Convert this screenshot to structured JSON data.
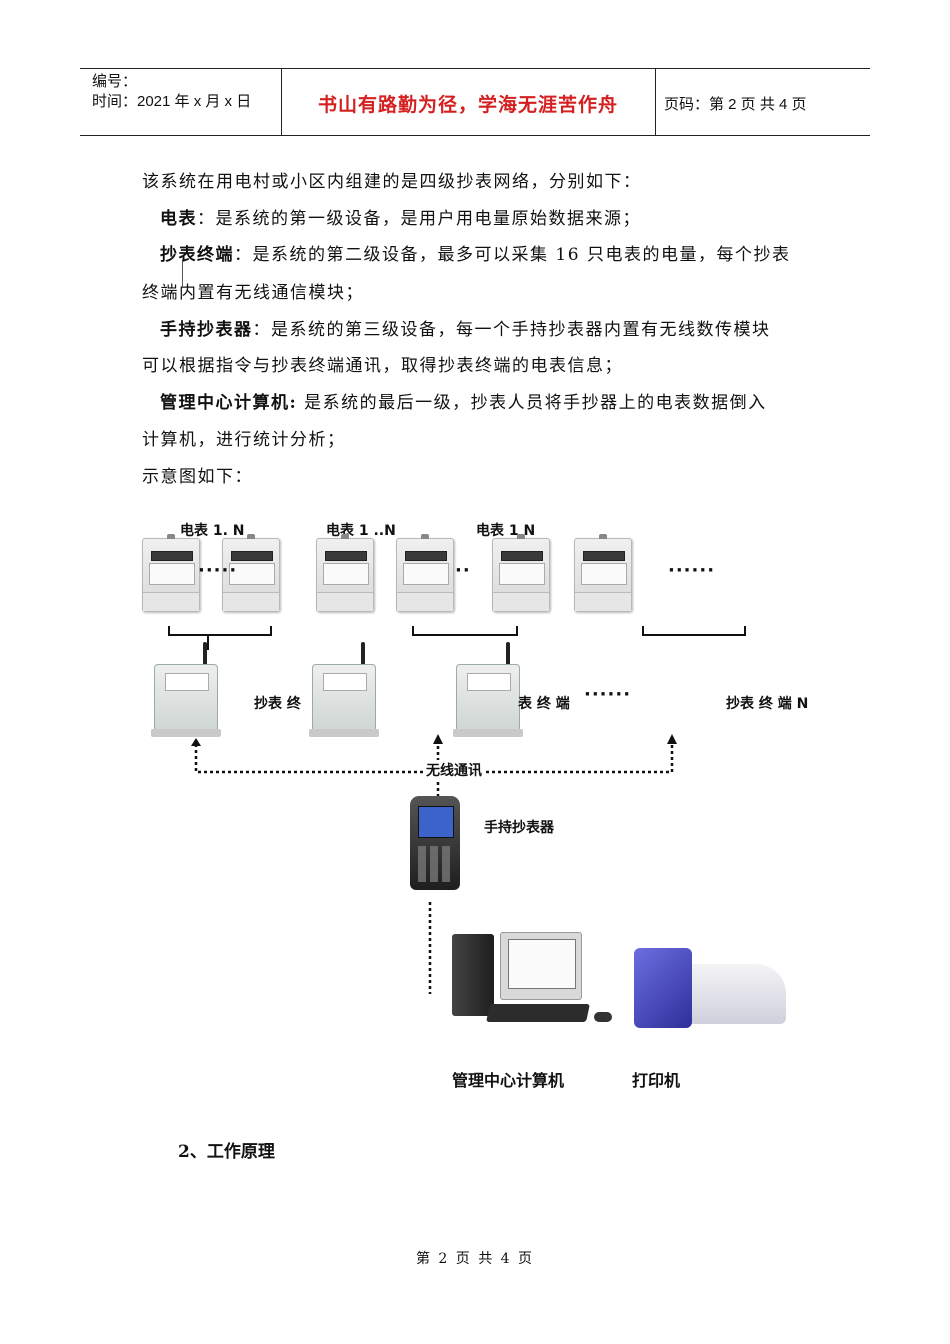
{
  "header": {
    "number_label": "编号：",
    "time_label": "时间：2021 年 x 月 x 日",
    "motto": "书山有路勤为径，学海无涯苦作舟",
    "page_info": "页码：第 2 页  共 4 页"
  },
  "body": {
    "intro": "该系统在用电村或小区内组建的是四级抄表网络，分别如下：",
    "items": [
      {
        "term": "电表",
        "text": "：是系统的第一级设备，是用户用电量原始数据来源；"
      },
      {
        "term": "抄表终端",
        "text": "：是系统的第二级设备，最多可以采集 16 只电表的电量，每个抄表",
        "cont": "终端内置有无线通信模块；"
      },
      {
        "term": "手持抄表器",
        "text": "：是系统的第三级设备，每一个手持抄表器内置有无线数传模块",
        "cont": "可以根据指令与抄表终端通讯，取得抄表终端的电表信息；"
      },
      {
        "term": "管理中心计算机:",
        "text": " 是系统的最后一级，抄表人员将手抄器上的电表数据倒入",
        "cont": "计算机，进行统计分析；"
      }
    ],
    "diagram_caption": "示意图如下："
  },
  "diagram": {
    "meter_group_labels": [
      "电表 1.  N",
      "电表 1 ..N",
      "电表 1  N"
    ],
    "ellipsis": [
      "·····",
      "··",
      "······"
    ],
    "terminal_labels": [
      "抄表 终",
      "表 终 端",
      "抄表 终 端 N"
    ],
    "terminal_ellipsis": "······",
    "wireless_label": "无线通讯",
    "handheld_label": "手持抄表器",
    "computer_label": "管理中心计算机",
    "printer_label": "打印机"
  },
  "section": {
    "heading": "2、工作原理"
  },
  "footer": {
    "text": "第 2 页 共 4 页"
  }
}
